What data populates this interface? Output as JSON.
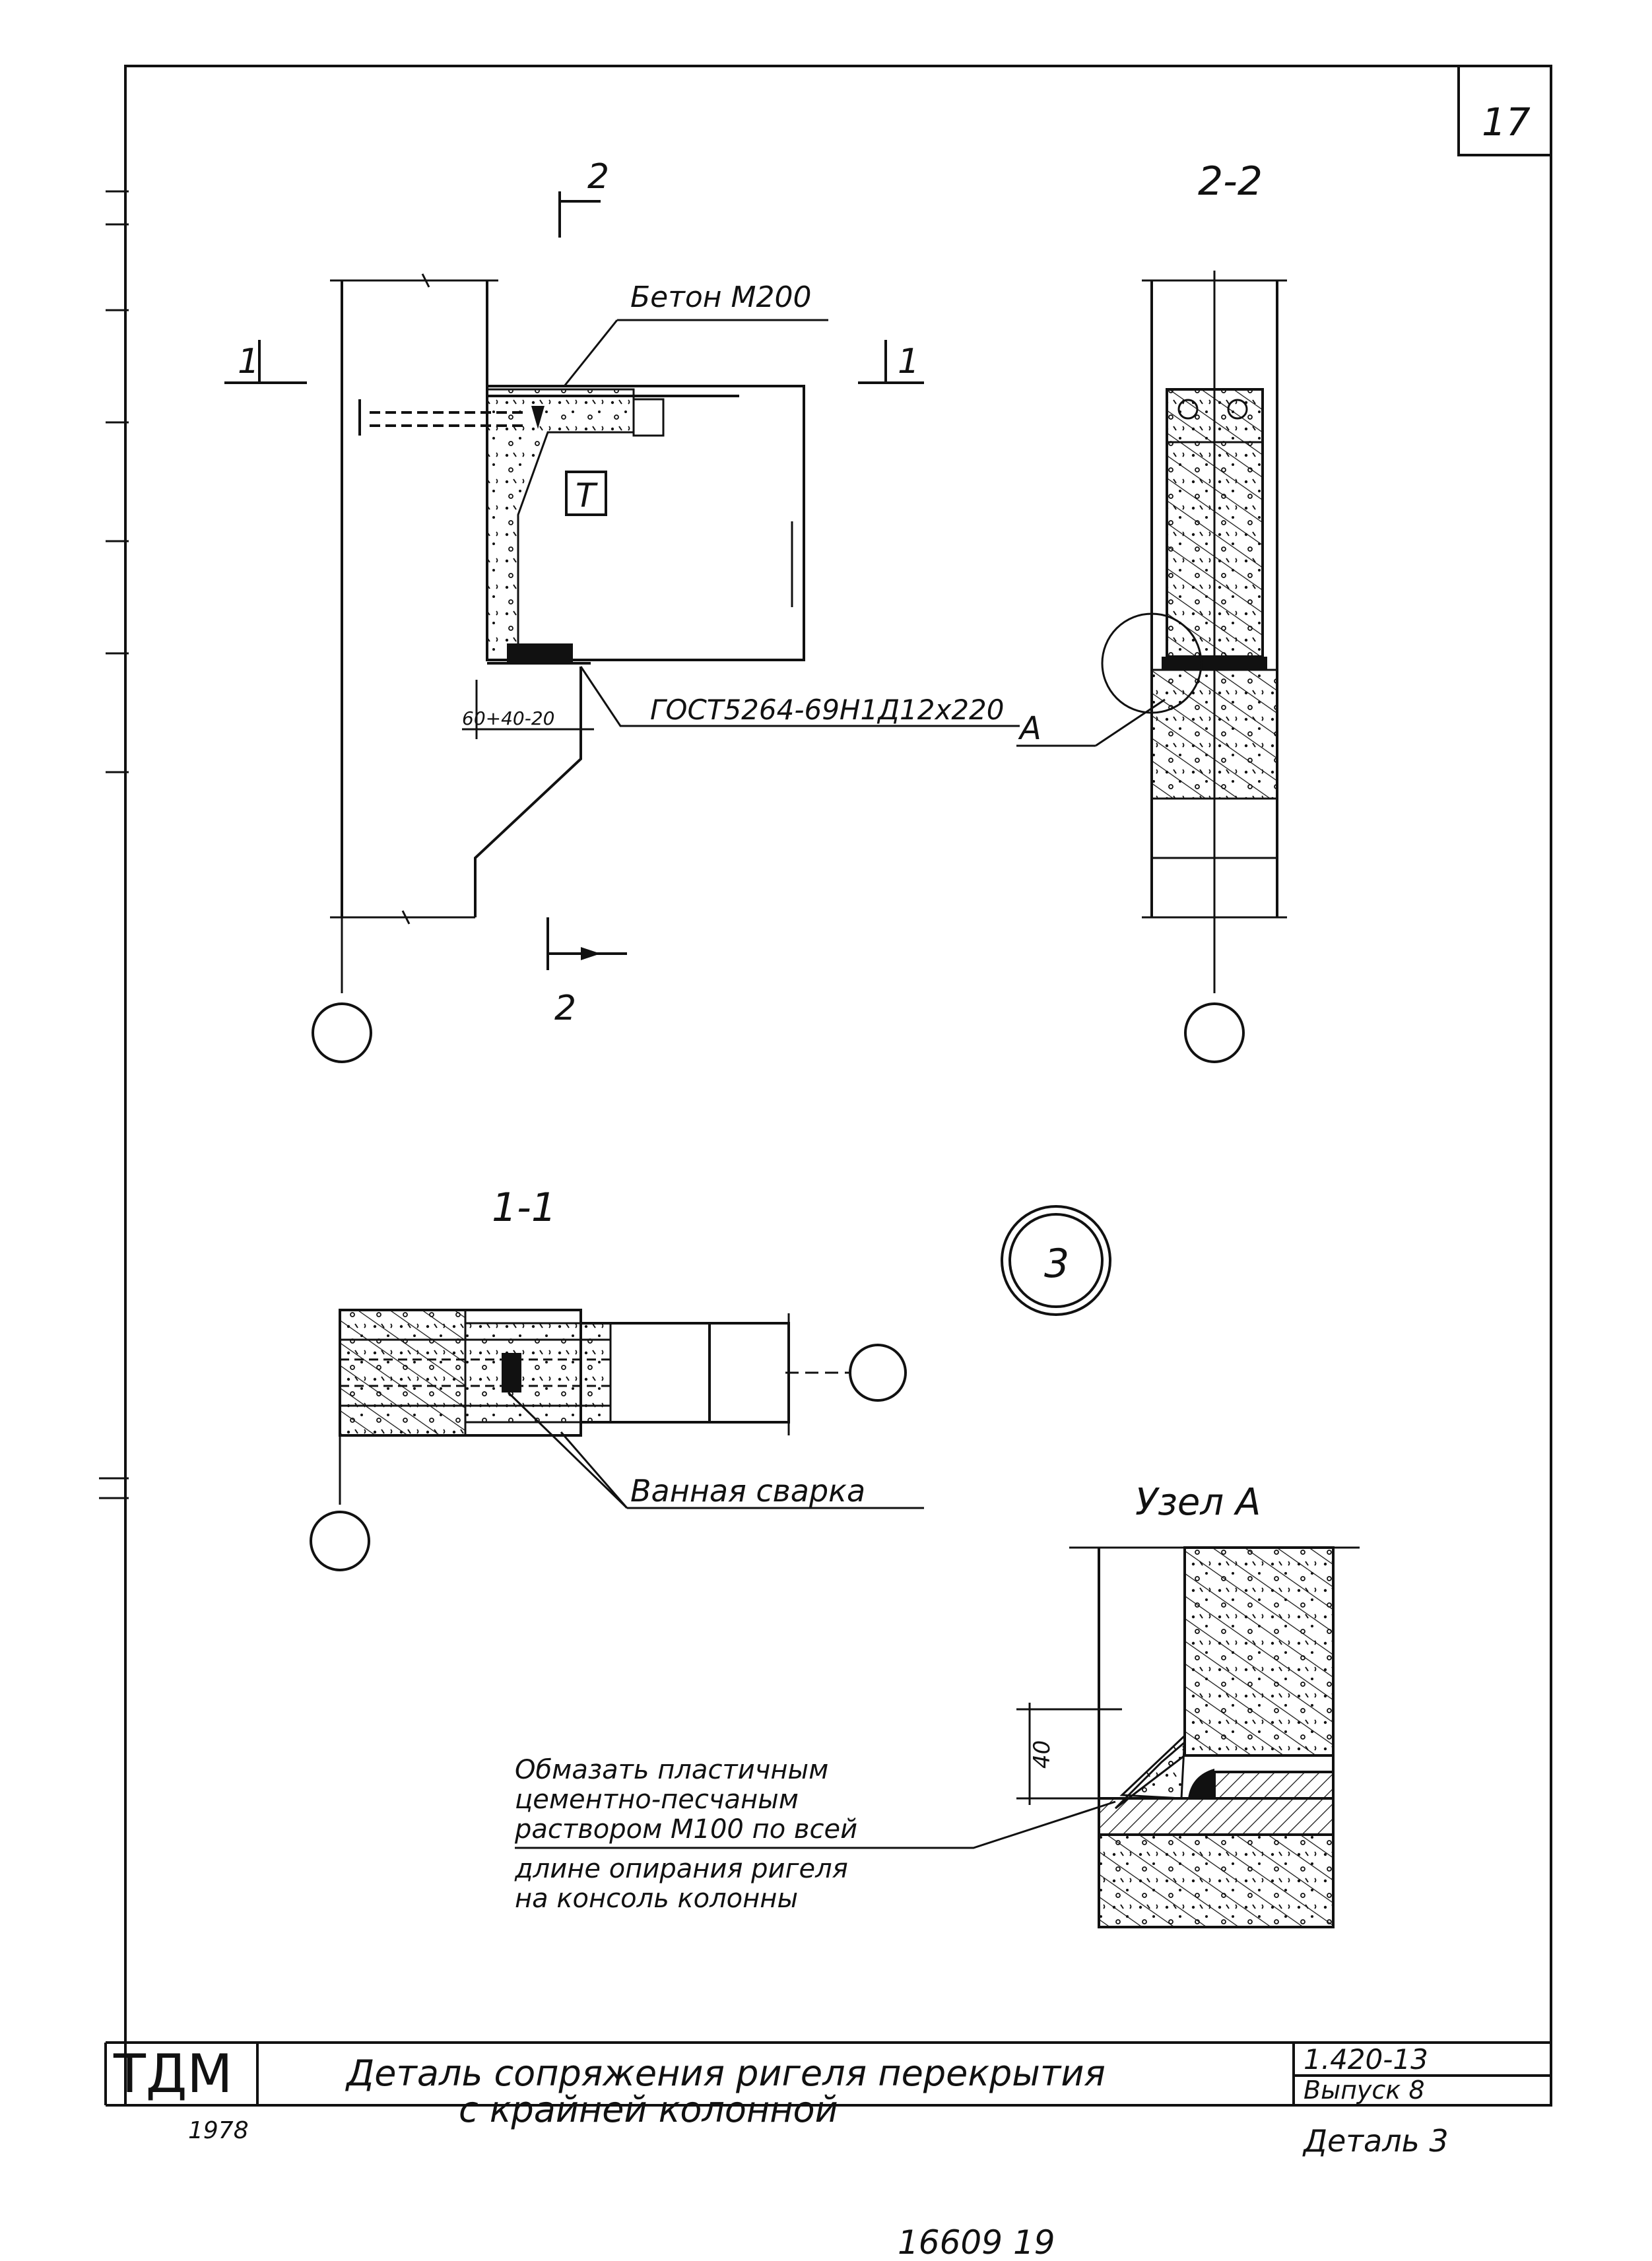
{
  "sheet": {
    "page_number": "17",
    "bottom_number": "16609 19"
  },
  "views": {
    "section_2_2_title": "2-2",
    "section_1_1_title": "1-1",
    "node_a_title": "Узел А",
    "section_mark_2_top": "2",
    "section_mark_2_bottom": "2",
    "section_mark_1_left": "1",
    "section_mark_1_right": "1",
    "detail_circle": "3"
  },
  "labels": {
    "concrete": "Бетон М200",
    "t_mark": "Т",
    "gost": "ГОСТ5264-69Н1Д12х220",
    "gost_letter": "А",
    "dimension": "60+40-20",
    "bath_welding": "Ванная сварка",
    "dim_40": "40",
    "note_line1": "Обмазать пластичным",
    "note_line2": "цементно-песчаным",
    "note_line3": "раствором М100 по всей",
    "note_line4": "длине опирания ригеля",
    "note_line5": "на консоль колонны"
  },
  "title_block": {
    "org": "ТДМ",
    "year": "1978",
    "title_line1": "Деталь сопряжения ригеля перекрытия",
    "title_line2": "с крайней колонной",
    "series": "1.420-13",
    "issue": "Выпуск 8",
    "detail": "Деталь 3"
  }
}
